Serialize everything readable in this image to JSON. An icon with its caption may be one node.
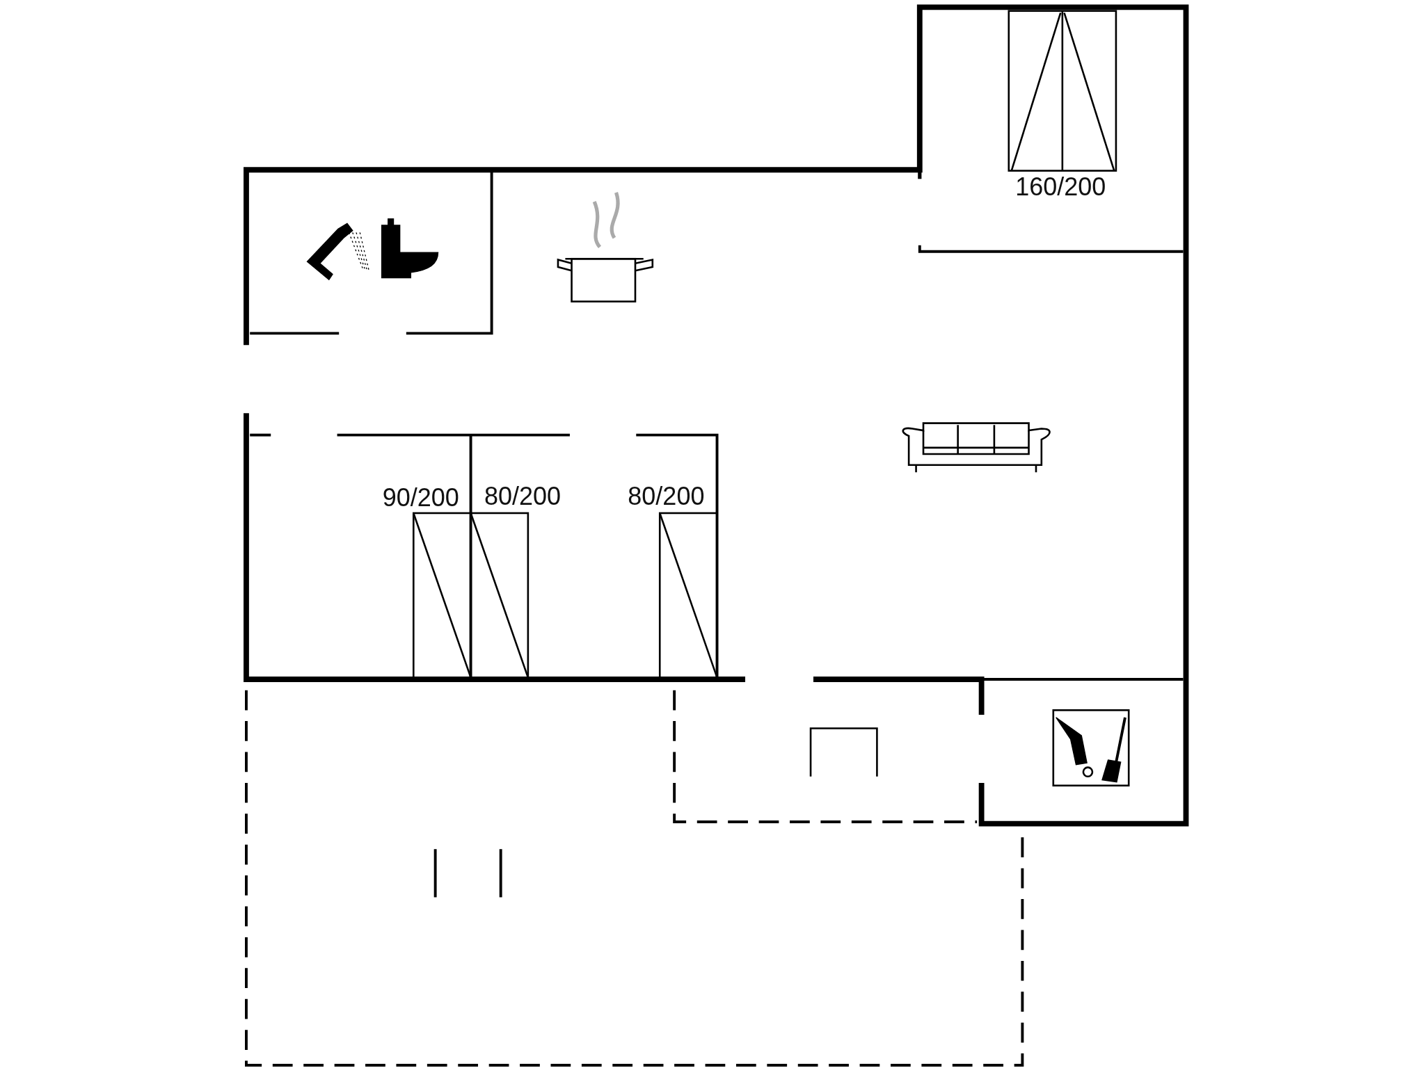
{
  "diagram": {
    "labels": [
      "160/200",
      "90/200",
      "80/200",
      "80/200"
    ]
  }
}
